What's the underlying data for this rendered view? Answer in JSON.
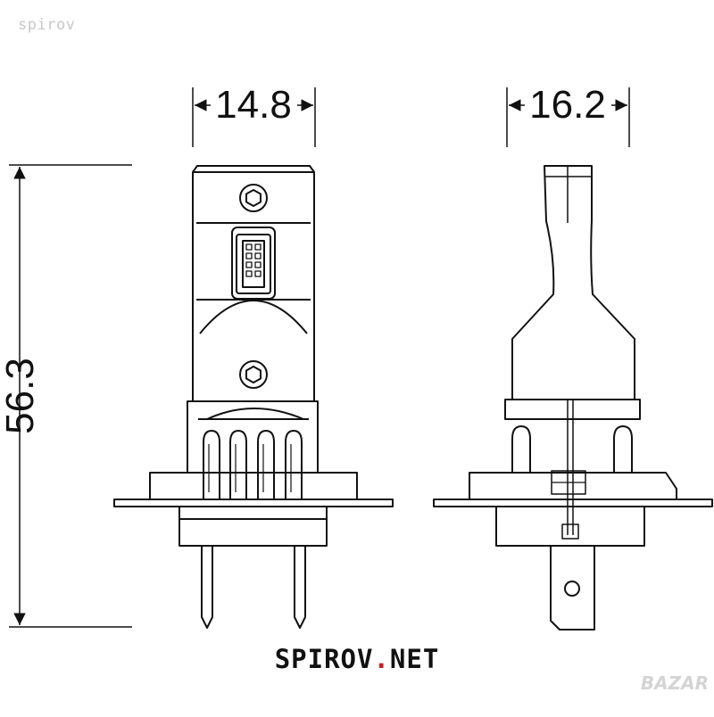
{
  "watermarks": {
    "top_left": "spirov",
    "bottom_right": "BAZAR"
  },
  "dimensions": {
    "front_width": "14.8",
    "side_width": "16.2",
    "height": "56.3"
  },
  "brand": {
    "name": "SPIROV",
    "dot": ".",
    "tld": "NET",
    "dot_color": "#cc1f1f"
  },
  "colors": {
    "line": "#111111",
    "background": "#ffffff"
  }
}
